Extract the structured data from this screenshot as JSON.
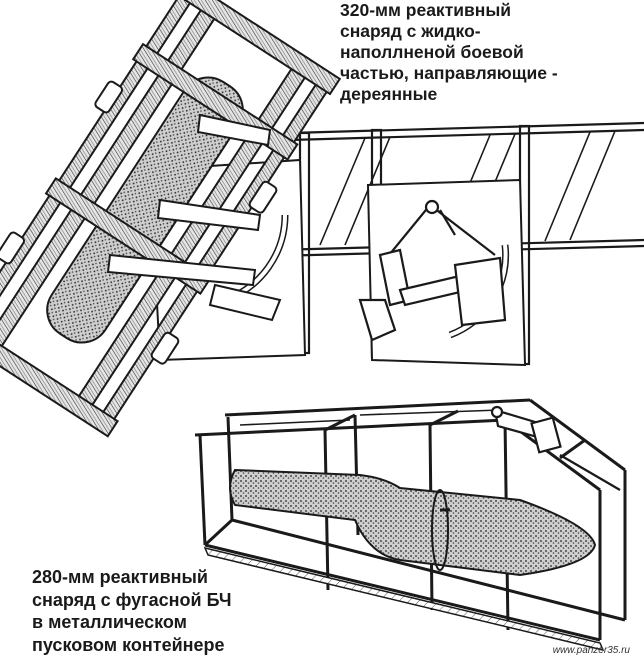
{
  "captions": {
    "top": "320-мм реактивный\nснаряд  с жидко-\nнаполлненой боевой\nчастью, направляющие -\nдереянные",
    "bottom": "280-мм реактивный\nснаряд с фугасной БЧ\nв металлическом\nпусковом контейнере"
  },
  "watermark": "www.panzer35.ru",
  "colors": {
    "ink": "#1a1a1a",
    "paper": "#ffffff"
  }
}
